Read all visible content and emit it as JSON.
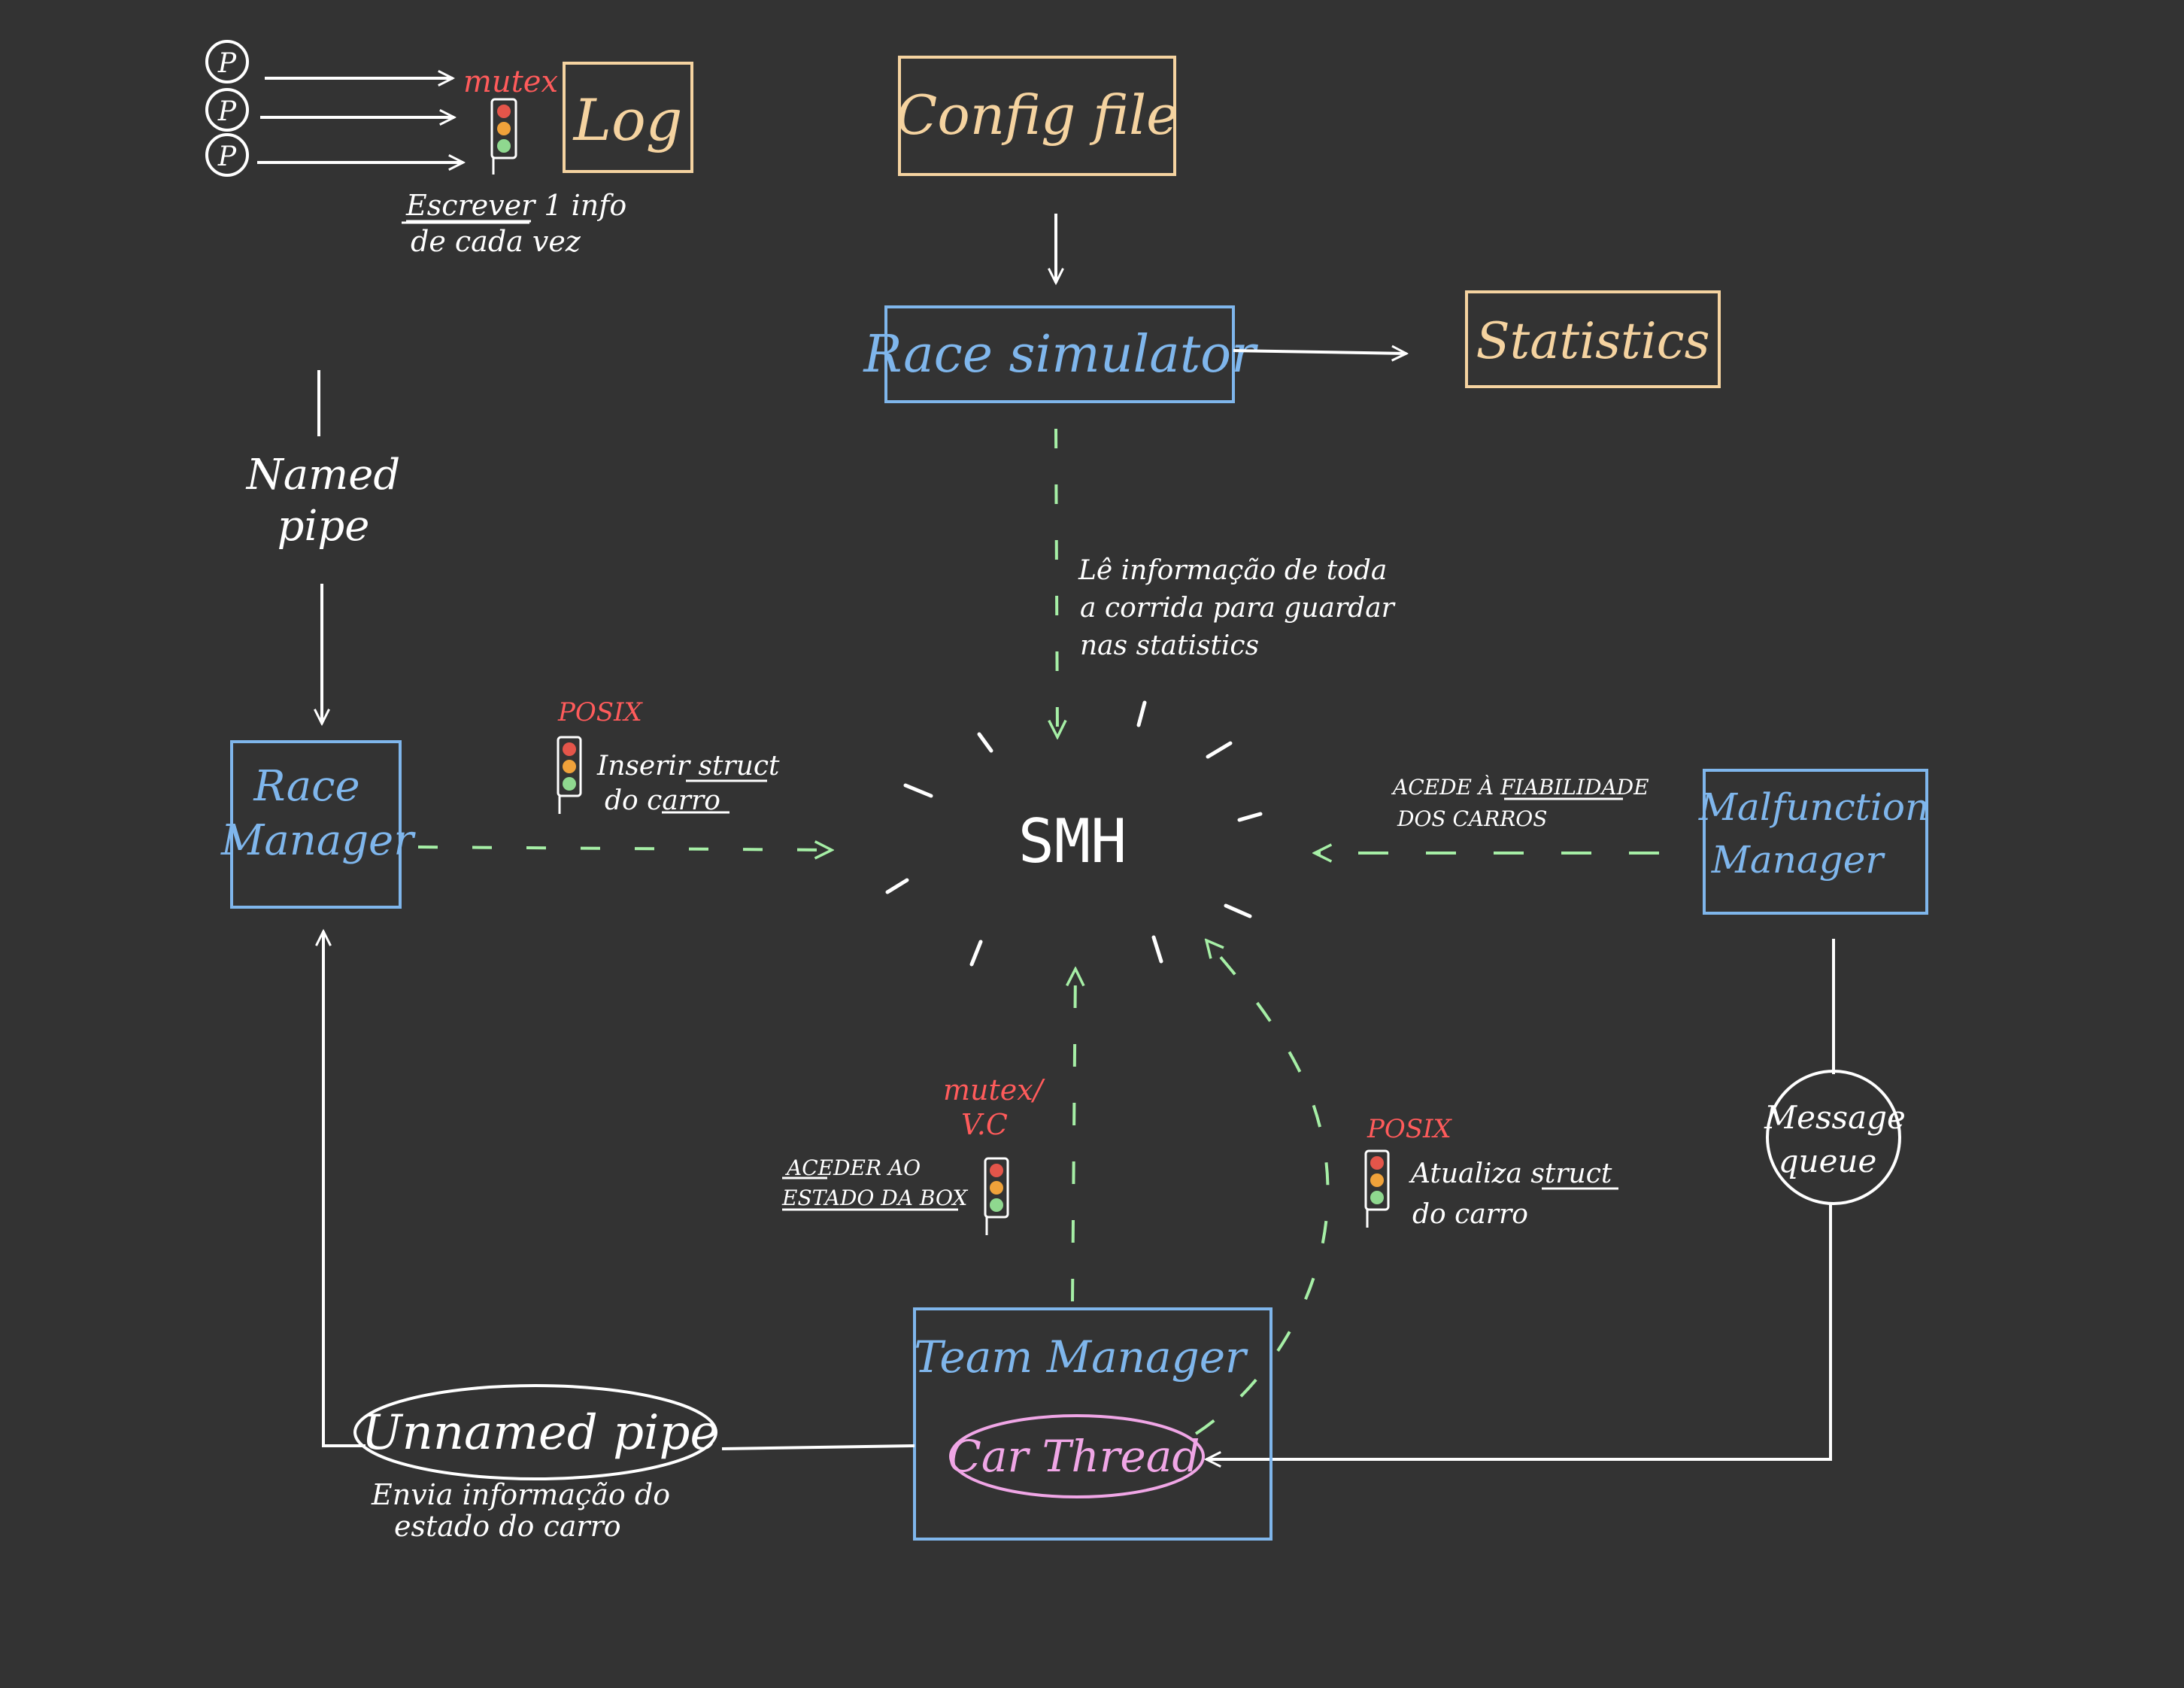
{
  "colors": {
    "background": "#333333",
    "blue": "#7fb6ec",
    "orange": "#f5d3a0",
    "white": "#ffffff",
    "green": "#a6efa6",
    "red": "#ff5b5b",
    "pink": "#f0a6e6"
  },
  "log": {
    "process_symbol": "P",
    "lock": "mutex",
    "box": "Log",
    "note_line1": "Escrever 1 info",
    "note_line2": "de cada vez"
  },
  "config_file": {
    "label": "Config file"
  },
  "race_simulator": {
    "label": "Race simulator"
  },
  "statistics": {
    "label": "Statistics"
  },
  "named_pipe": {
    "line1": "Named",
    "line2": "pipe"
  },
  "race_manager": {
    "line1": "Race",
    "line2": "Manager"
  },
  "shm": {
    "label": "SMH"
  },
  "stats_note": {
    "line1": "Lê informação de toda",
    "line2": "a corrida para guardar",
    "line3": "nas statistics"
  },
  "race_manager_link": {
    "lock": "POSIX",
    "line1": "Inserir struct",
    "line2": "do carro"
  },
  "malfunction_manager": {
    "line1": "Malfunction",
    "line2": "Manager",
    "note_line1": "ACEDE À FIABILIDADE",
    "note_line2": "DOS CARROS"
  },
  "message_queue": {
    "line1": "Message",
    "line2": "queue"
  },
  "box_state": {
    "lock_line1": "mutex/",
    "lock_line2": "V.C",
    "line1": "ACEDER AO",
    "line2": "ESTADO DA BOX"
  },
  "car_update": {
    "lock": "POSIX",
    "line1": "Atualiza struct",
    "line2": "do carro"
  },
  "team_manager": {
    "label": "Team Manager",
    "car_thread": "Car Thread"
  },
  "unnamed_pipe": {
    "label": "Unnamed pipe",
    "note_line1": "Envia informação do",
    "note_line2": "estado do carro"
  }
}
